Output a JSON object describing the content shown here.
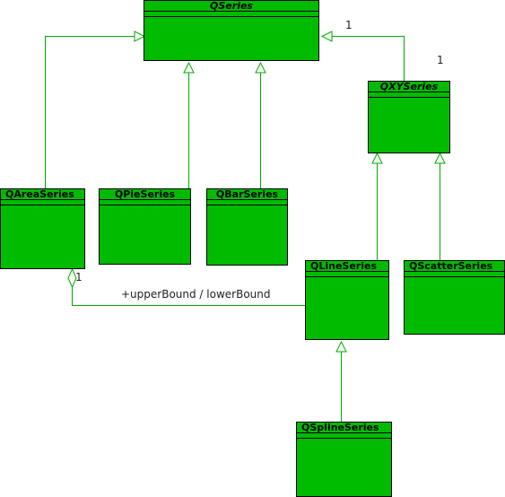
{
  "colors": {
    "class_fill": "#00bb00",
    "class_border": "#000000",
    "connector": "#00aa00",
    "text": "#000000"
  },
  "classes": {
    "qseries": {
      "name": "QSeries",
      "abstract": true
    },
    "qxyseries": {
      "name": "QXYSeries",
      "abstract": true
    },
    "qareaseries": {
      "name": "QAreaSeries",
      "abstract": false
    },
    "qpieseries": {
      "name": "QPieSeries",
      "abstract": false
    },
    "qbarseries": {
      "name": "QBarSeries",
      "abstract": false
    },
    "qlineseries": {
      "name": "QLineSeries",
      "abstract": false
    },
    "qscatterseries": {
      "name": "QScatterSeries",
      "abstract": false
    },
    "qsplineseries": {
      "name": "QSplineSeries",
      "abstract": false
    }
  },
  "relations": {
    "inheritance": [
      {
        "from": "QAreaSeries",
        "to": "QSeries"
      },
      {
        "from": "QPieSeries",
        "to": "QSeries"
      },
      {
        "from": "QBarSeries",
        "to": "QSeries"
      },
      {
        "from": "QXYSeries",
        "to": "QSeries"
      },
      {
        "from": "QLineSeries",
        "to": "QXYSeries"
      },
      {
        "from": "QScatterSeries",
        "to": "QXYSeries"
      },
      {
        "from": "QSplineSeries",
        "to": "QLineSeries"
      }
    ],
    "association": {
      "from": "QAreaSeries",
      "to": "QLineSeries",
      "kind": "aggregation",
      "role": "+upperBound / lowerBound",
      "multiplicity_near_area": "1"
    },
    "qxy_to_qseries_multiplicity_a": "1",
    "qxy_to_qseries_multiplicity_b": "1"
  }
}
